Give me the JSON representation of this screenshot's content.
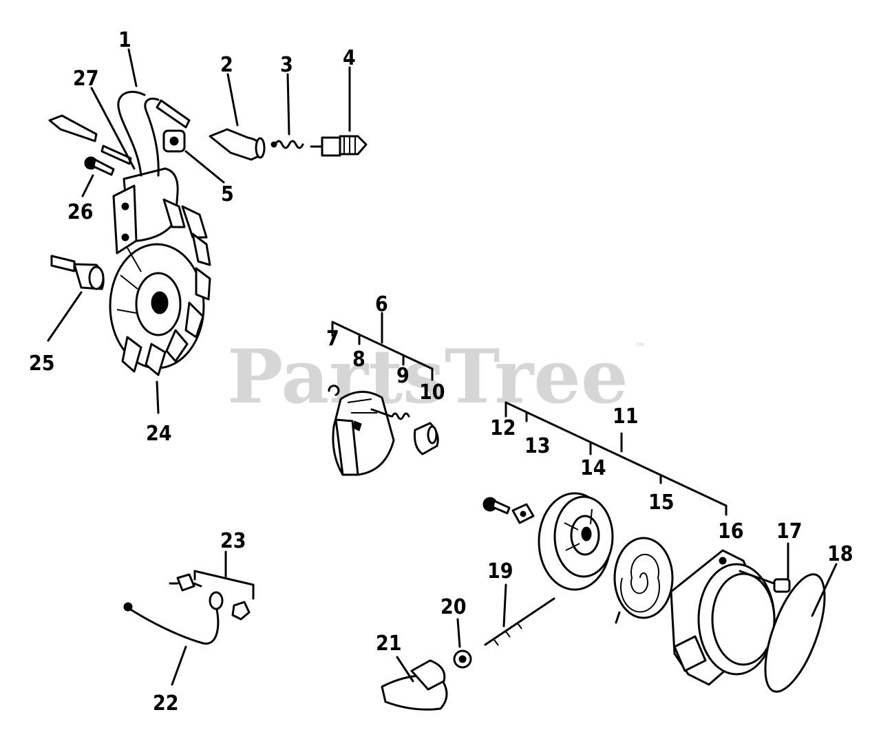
{
  "watermark": {
    "text": "PartsTree",
    "trademark": "™"
  },
  "callouts": {
    "c1": "1",
    "c2": "2",
    "c3": "3",
    "c4": "4",
    "c5": "5",
    "c6": "6",
    "c7": "7",
    "c8": "8",
    "c9": "9",
    "c10": "10",
    "c11": "11",
    "c12": "12",
    "c13": "13",
    "c14": "14",
    "c15": "15",
    "c16": "16",
    "c17": "17",
    "c18": "18",
    "c19": "19",
    "c20": "20",
    "c21": "21",
    "c22": "22",
    "c23": "23",
    "c24": "24",
    "c25": "25",
    "c26": "26",
    "c27": "27"
  }
}
